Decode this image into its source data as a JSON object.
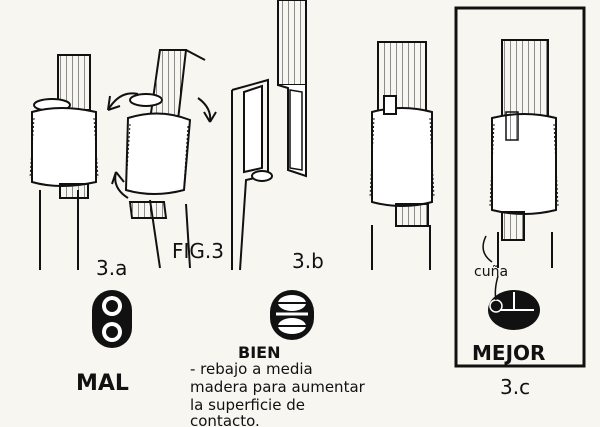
{
  "labels": {
    "fig": "FIG.3",
    "a": "3.a",
    "b": "3.b",
    "c": "3.c",
    "mal": "MAL",
    "bien": "BIEN",
    "mejor": "MEJOR",
    "cuna": "cuña"
  },
  "note": {
    "line1": "- rebajo a media",
    "line2": "madera para aumentar",
    "line3": "la superficie de",
    "line4": "contacto."
  }
}
